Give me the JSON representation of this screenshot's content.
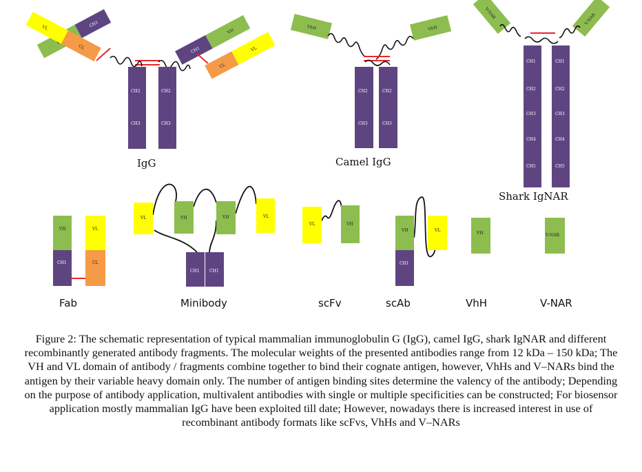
{
  "colors": {
    "heavy_variable": "#8dbd4f",
    "light_variable": "#ffff00",
    "light_constant": "#f59a47",
    "heavy_constant": "#5e4581",
    "disulfide": "#e8262b",
    "hinge": "#111111"
  },
  "domains": {
    "vh": "VH",
    "vl": "VL",
    "ch1": "CH1",
    "ch2": "CH2",
    "ch3": "CH3",
    "ch4": "CH4",
    "ch5": "CH5",
    "cl": "CL",
    "vhh": "VhH",
    "vnar": "V-NAR"
  },
  "molecules": {
    "igg": "IgG",
    "camel_igg": "Camel IgG",
    "shark_ignar": "Shark IgNAR",
    "fab": "Fab",
    "minibody": "Minibody",
    "scfv": "scFv",
    "scab": "scAb",
    "vhh": "VhH",
    "vnar": "V-NAR"
  },
  "caption": "Figure 2: The schematic representation of typical mammalian immunoglobulin G (IgG), camel IgG, shark IgNAR and different recombinantly generated antibody fragments. The molecular weights of the presented antibodies range from 12 kDa – 150 kDa; The VH and VL domain of  antibody / fragments combine together to bind their cognate antigen, however, VhHs and V–NARs bind the antigen by their variable heavy domain only. The number of antigen binding sites determine the valency of the antibody; Depending on the purpose of antibody application, multivalent antibodies with single or multiple specificities can be constructed; For biosensor application mostly mammalian IgG have been exploited till date; However, nowadays there is increased interest in use of recombinant antibody formats like scFvs, VhHs and V–NARs"
}
